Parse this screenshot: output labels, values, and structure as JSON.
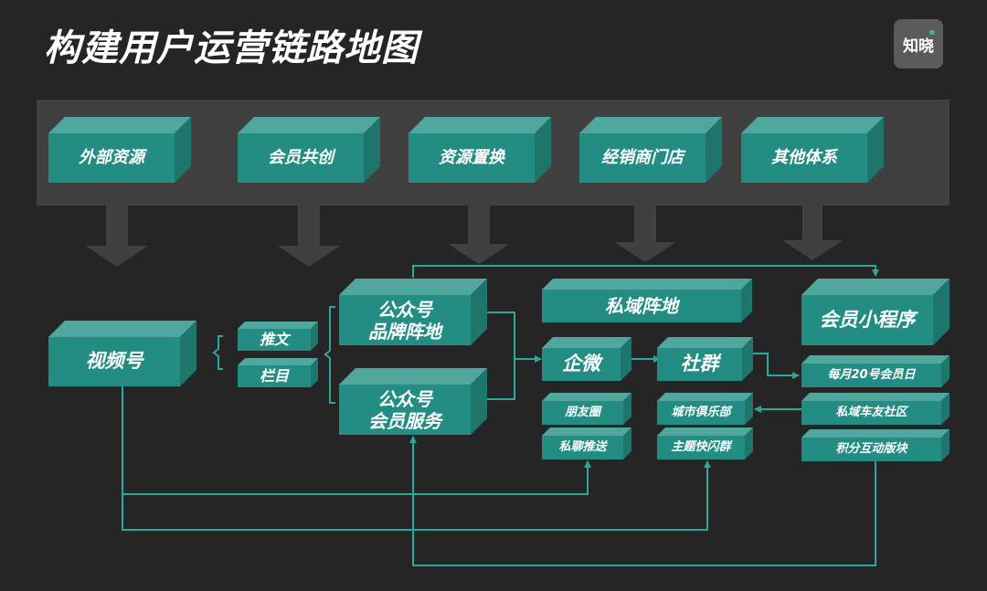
{
  "title": "构建用户运营链路地图",
  "logo": {
    "text": "知晓",
    "accent": "#2fb5a0"
  },
  "colors": {
    "background": "#252525",
    "band": "#404040",
    "box_front": "#238d83",
    "box_top": "#4fa79e",
    "box_side": "#1e756c",
    "connector": "#2aa89a",
    "arrow_gray": "#404040"
  },
  "sources": [
    {
      "id": "external",
      "label": "外部资源"
    },
    {
      "id": "co-creation",
      "label": "会员共创"
    },
    {
      "id": "exchange",
      "label": "资源置换"
    },
    {
      "id": "dealer",
      "label": "经销商门店"
    },
    {
      "id": "other",
      "label": "其他体系"
    }
  ],
  "nodes": {
    "channels": "视频号",
    "tweet": "推文",
    "column": "栏目",
    "oa_brand_line1": "公众号",
    "oa_brand_line2": "品牌阵地",
    "oa_member_line1": "公众号",
    "oa_member_line2": "会员服务",
    "private_domain": "私域阵地",
    "wecom": "企微",
    "community": "社群",
    "moments": "朋友圈",
    "private_chat": "私聊推送",
    "city_club": "城市俱乐部",
    "flash_group": "主题快闪群",
    "mini_program": "会员小程序",
    "member_day": "每月20号会员日",
    "car_community": "私域车友社区",
    "points": "积分互动版块"
  }
}
